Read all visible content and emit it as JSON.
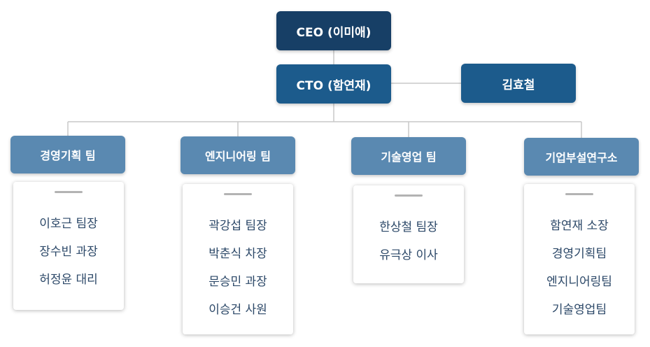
{
  "ceo": {
    "label": "CEO (이미애)"
  },
  "cto": {
    "label": "CTO (함연재)"
  },
  "advisor": {
    "label": "김효철"
  },
  "teams": [
    {
      "name": "경영기획 팀",
      "members": [
        "이호근 팀장",
        "장수빈 과장",
        "허정윤 대리"
      ]
    },
    {
      "name": "엔지니어링 팀",
      "members": [
        "곽강섭 팀장",
        "박춘식 차장",
        "문승민 과장",
        "이승건 사원"
      ]
    },
    {
      "name": "기술영업 팀",
      "members": [
        "한상철 팀장",
        "유극상 이사"
      ]
    },
    {
      "name": "기업부설연구소",
      "members": [
        "함연재 소장",
        "경영기획팀",
        "엔지니어링팀",
        "기술영업팀"
      ]
    }
  ],
  "colors": {
    "ceo": "#173f66",
    "cto": "#1c5b8c",
    "team": "#5a89b1",
    "member_text": "#2c4868",
    "connector": "#c8c8c8"
  }
}
